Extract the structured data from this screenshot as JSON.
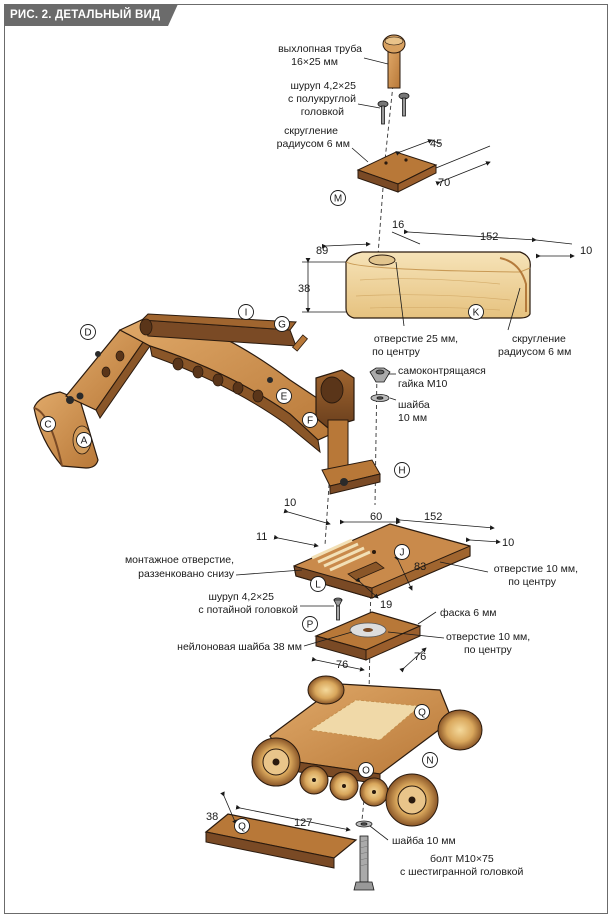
{
  "title": "РИС. 2. ДЕТАЛЬНЫЙ ВИД",
  "colors": {
    "wood_light": "#f1d9a6",
    "wood_mid": "#c98a4b",
    "wood_dark": "#7a4a25",
    "wood_deep": "#5a3519",
    "outline": "#2a1a0e",
    "frame": "#6b6b6b"
  },
  "labels": {
    "exhaust_l1": "выхлопная труба",
    "exhaust_l2": "16×25 мм",
    "screw_round_l1": "шуруп 4,2×25",
    "screw_round_l2": "с полукруглой",
    "screw_round_l3": "головкой",
    "round6_top_l1": "скругление",
    "round6_top_l2": "радиусом 6 мм",
    "hole25_l1": "отверстие 25 мм,",
    "hole25_l2": "по центру",
    "round6_k_l1": "скругление",
    "round6_k_l2": "радиусом 6 мм",
    "nut_l1": "самоконтрящаяся",
    "nut_l2": "гайка М10",
    "washer1_l1": "шайба",
    "washer1_l2": "10 мм",
    "mount_l1": "монтажное отверстие,",
    "mount_l2": "раззенковано снизу",
    "hole10_j_l1": "отверстие 10 мм,",
    "hole10_j_l2": "по центру",
    "screw_flat_l1": "шуруп 4,2×25",
    "screw_flat_l2": "с потайной головкой",
    "chamfer": "фаска 6 мм",
    "hole10_p_l1": "отверстие 10 мм,",
    "hole10_p_l2": "по центру",
    "nylon": "нейлоновая шайба 38 мм",
    "washer2": "шайба 10 мм",
    "bolt_l1": "болт М10×75",
    "bolt_l2": "с шестигранной головкой"
  },
  "dims": {
    "m_45": "45",
    "m_70": "70",
    "k_16": "16",
    "k_152": "152",
    "k_89": "89",
    "k_10": "10",
    "k_38": "38",
    "l_10": "10",
    "l_60": "60",
    "l_152": "152",
    "l_11": "11",
    "l_10b": "10",
    "l_83": "83",
    "l_19": "19",
    "p_76a": "76",
    "p_76b": "76",
    "q_38": "38",
    "q_127": "127"
  },
  "badges": [
    "A",
    "C",
    "D",
    "E",
    "F",
    "G",
    "H",
    "I",
    "J",
    "K",
    "L",
    "M",
    "N",
    "O",
    "P",
    "Q",
    "Q"
  ]
}
